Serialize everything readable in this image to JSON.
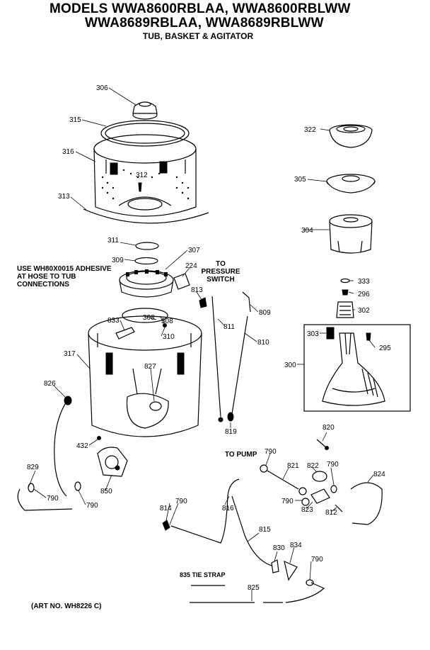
{
  "header": {
    "line1": "MODELS WWA8600RBLAA, WWA8600RBLWW",
    "line2": "WWA8689RBLAA, WWA8689RBLWW",
    "subtitle": "TUB, BASKET & AGITATOR"
  },
  "callouts": {
    "adhesive_note": [
      "USE WH80X0015 ADHESIVE",
      "AT HOSE TO TUB",
      "CONNECTIONS"
    ],
    "pressure_switch": [
      "TO",
      "PRESSURE",
      "SWITCH"
    ],
    "to_pump": "TO PUMP",
    "tie_strap": "835 TIE STRAP",
    "art_no": "(ART NO. WH8226 C)"
  },
  "part_labels": [
    "306",
    "315",
    "316",
    "312",
    "313",
    "311",
    "309",
    "307",
    "224",
    "813",
    "308",
    "308",
    "833",
    "310",
    "317",
    "827",
    "811",
    "809",
    "810",
    "819",
    "826",
    "432",
    "829",
    "790",
    "790",
    "850",
    "814",
    "790",
    "816",
    "815",
    "830",
    "834",
    "790",
    "825",
    "820",
    "790",
    "821",
    "822",
    "790",
    "790",
    "823",
    "812",
    "824",
    "322",
    "305",
    "304",
    "333",
    "296",
    "302",
    "303",
    "295",
    "300"
  ]
}
